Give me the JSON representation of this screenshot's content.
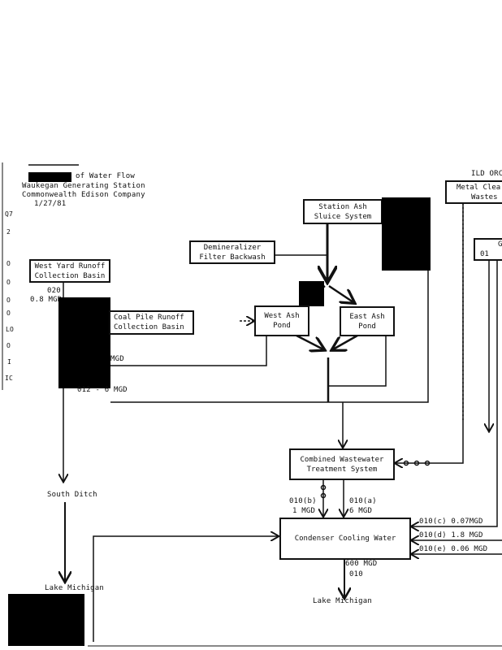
{
  "title": {
    "line1": "of Water Flow",
    "line2": "Waukegan Generating Station",
    "line3": "Commonwealth Edison Company",
    "date": "1/27/81"
  },
  "boxes": {
    "metal_cleaning": [
      "Metal Clea",
      "Wastes"
    ],
    "metal_cleaning_tag": "ILD ORC",
    "station_ash": [
      "Station Ash",
      "Sluice System"
    ],
    "demineralizer": [
      "Demineralizer",
      "Filter Backwash"
    ],
    "partial_box": [
      "G",
      "01"
    ],
    "west_yard": [
      "West Yard Runoff",
      "Collection Basin"
    ],
    "coal_pile": [
      "Coal Pile Runoff",
      "Collection Basin"
    ],
    "west_ash": [
      "West Ash",
      "Pond"
    ],
    "east_ash": [
      "East Ash",
      "Pond"
    ],
    "combined": [
      "Combined Wastewater",
      "Treatment System"
    ],
    "condenser": "Condenser Cooling Water"
  },
  "labels": {
    "o20": "020",
    "o20_flow": "0.8 MGD",
    "mgd_partial": "MGD",
    "o12": "012 - 6 MGD",
    "south_ditch": "South Ditch",
    "lake_left": "Lake Michigan",
    "o10b": "010(b)",
    "o10b_flow": "1 MGD",
    "o10a": "010(a)",
    "o10a_flow": "6 MGD",
    "o10c": "010(c)  0.07MGD",
    "o10d": "010(d)  1.8 MGD",
    "o10e": "010(e)  0.06 MGD",
    "out_flow": "600 MGD",
    "out_id": "010",
    "lake_bottom": "Lake Michigan"
  },
  "margin_marks": [
    "Q7",
    "2",
    "O",
    "O",
    "O",
    "O",
    "LO",
    "O",
    "I",
    "IC"
  ]
}
